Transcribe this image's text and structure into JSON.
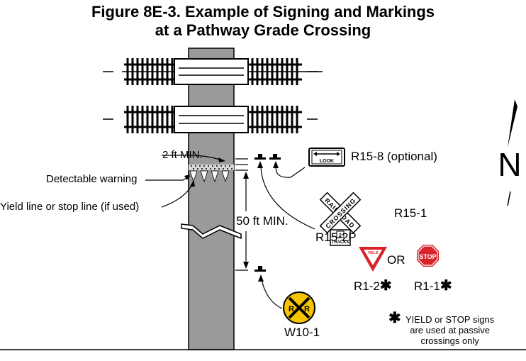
{
  "title": {
    "line1": "Figure 8E-3.  Example of Signing and Markings",
    "line2": "at a Pathway Grade Crossing"
  },
  "labels": {
    "min_2ft": "2 ft MIN.",
    "detectable_warning": "Detectable warning",
    "yield_line": "Yield line or stop line (if used)",
    "min_50ft": "50 ft MIN.",
    "r15_8": "R15-8 (optional)",
    "r15_1": "R15-1",
    "r15_2p": "R15-2P",
    "or": "OR",
    "r1_2": "R1-2",
    "r1_1": "R1-1",
    "w10_1": "W10-1",
    "north": "N",
    "footnote_star": "✱",
    "footnote": [
      "YIELD or STOP signs",
      "are used at passive",
      "crossings only"
    ]
  },
  "signs": {
    "look": "LOOK",
    "crossbuck_left": "RAILROAD",
    "crossbuck_right": "CROSSING",
    "tracks_number": "2",
    "tracks_word": "TRACKS",
    "yield": "YIELD",
    "stop": "STOP",
    "rr_letter": "R"
  },
  "colors": {
    "pathway": "#9a9a9a",
    "stop_red": "#d8232a",
    "yield_red": "#d8232a",
    "warning_yellow": "#f6c400",
    "ink": "#000000"
  }
}
